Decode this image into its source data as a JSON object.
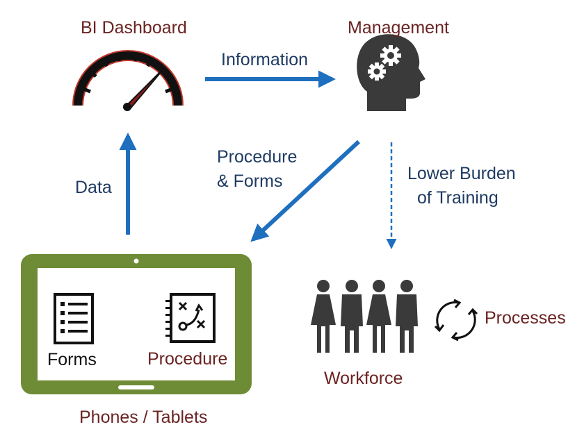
{
  "nodes": {
    "bi_dashboard": "BI Dashboard",
    "management": "Management",
    "workforce": "Workforce",
    "processes": "Processes",
    "phones_tablets": "Phones / Tablets",
    "forms": "Forms",
    "procedure": "Procedure"
  },
  "edges": {
    "information": "Information",
    "data": "Data",
    "procedure_forms_line1": "Procedure",
    "procedure_forms_line2": "& Forms",
    "lower_burden_line1": "Lower Burden",
    "lower_burden_line2": "of Training"
  },
  "colors": {
    "node_label": "#6b2323",
    "edge_label": "#1f3b63",
    "arrow": "#1f6fbf",
    "tablet": "#6e8b35",
    "head": "#3a3a3a",
    "people": "#3a3a3a",
    "gauge_accent": "#c0392b"
  },
  "icons": [
    "gauge-icon",
    "head-gears-icon",
    "people-group-icon",
    "cycle-arrows-icon",
    "form-list-icon",
    "procedure-notebook-icon",
    "tablet-icon"
  ]
}
